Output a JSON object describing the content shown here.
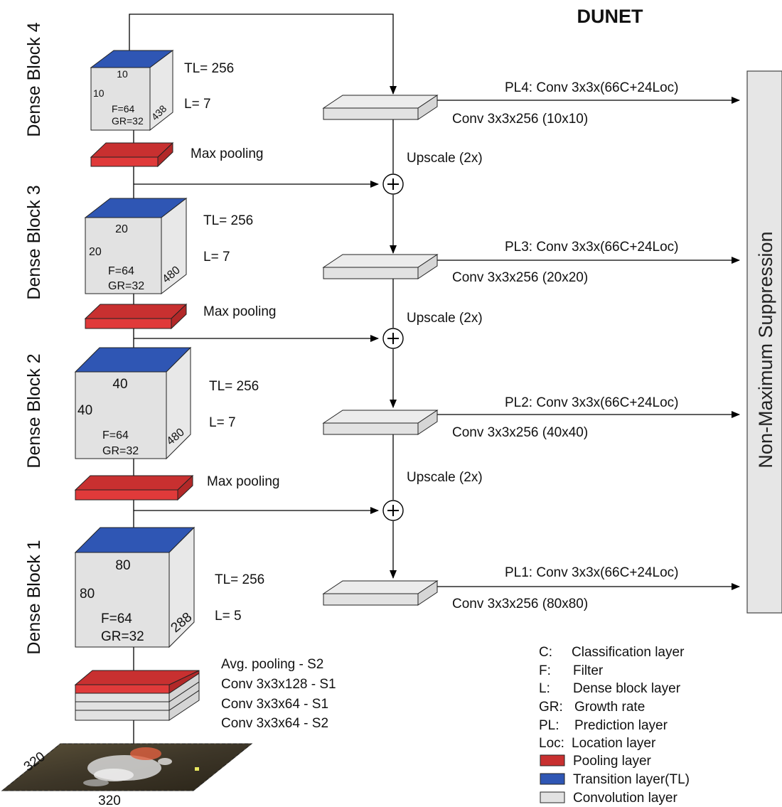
{
  "title": "DUNET",
  "side_panel": {
    "label": "Non-Maximum Suppression"
  },
  "colors": {
    "pooling": "#e03a3a",
    "pooling_top": "#c83030",
    "transition": "#2f56b4",
    "convolution": "#e2e2e2",
    "panel": "#e6e6e6"
  },
  "blocks": [
    {
      "label": "Dense Block 4",
      "top_dim": "10",
      "left_dim": "10",
      "f": "F=64",
      "gr": "GR=32",
      "depth": "438",
      "tl": "TL= 256",
      "l": "L= 7",
      "pool": "Max pooling"
    },
    {
      "label": "Dense Block 3",
      "top_dim": "20",
      "left_dim": "20",
      "f": "F=64",
      "gr": "GR=32",
      "depth": "480",
      "tl": "TL= 256",
      "l": "L= 7",
      "pool": "Max pooling"
    },
    {
      "label": "Dense Block 2",
      "top_dim": "40",
      "left_dim": "40",
      "f": "F=64",
      "gr": "GR=32",
      "depth": "480",
      "tl": "TL= 256",
      "l": "L= 7",
      "pool": "Max pooling"
    },
    {
      "label": "Dense Block 1",
      "top_dim": "80",
      "left_dim": "80",
      "f": "F=64",
      "gr": "GR=32",
      "depth": "288",
      "tl": "TL= 256",
      "l": "L= 5"
    }
  ],
  "stem": {
    "layers": [
      "Avg. pooling - S2",
      "Conv 3x3x128 - S1",
      "Conv 3x3x64 - S1",
      "Conv 3x3x64 - S2"
    ],
    "input_dims": [
      "320",
      "320"
    ]
  },
  "predictions": [
    {
      "pl": "PL4: Conv 3x3x(66C+24Loc)",
      "conv": "Conv 3x3x256 (10x10)"
    },
    {
      "pl": "PL3: Conv 3x3x(66C+24Loc)",
      "conv": "Conv 3x3x256 (20x20)"
    },
    {
      "pl": "PL2: Conv 3x3x(66C+24Loc)",
      "conv": "Conv 3x3x256 (40x40)"
    },
    {
      "pl": "PL1: Conv 3x3x(66C+24Loc)",
      "conv": "Conv 3x3x256 (80x80)"
    }
  ],
  "upscale_labels": [
    "Upscale (2x)",
    "Upscale (2x)",
    "Upscale (2x)"
  ],
  "legend": {
    "abbreviations": [
      {
        "key": "C:",
        "desc": "Classification layer"
      },
      {
        "key": "F:",
        "desc": "Filter"
      },
      {
        "key": "L:",
        "desc": "Dense block layer"
      },
      {
        "key": "GR:",
        "desc": "Growth rate"
      },
      {
        "key": "PL:",
        "desc": "Prediction layer"
      },
      {
        "key": "Loc:",
        "desc": "Location layer"
      }
    ],
    "swatches": [
      {
        "label": "Pooling layer",
        "color": "#c83030"
      },
      {
        "label": "Transition layer(TL)",
        "color": "#2f56b4"
      },
      {
        "label": "Convolution layer",
        "color": "#e2e2e2"
      }
    ]
  }
}
